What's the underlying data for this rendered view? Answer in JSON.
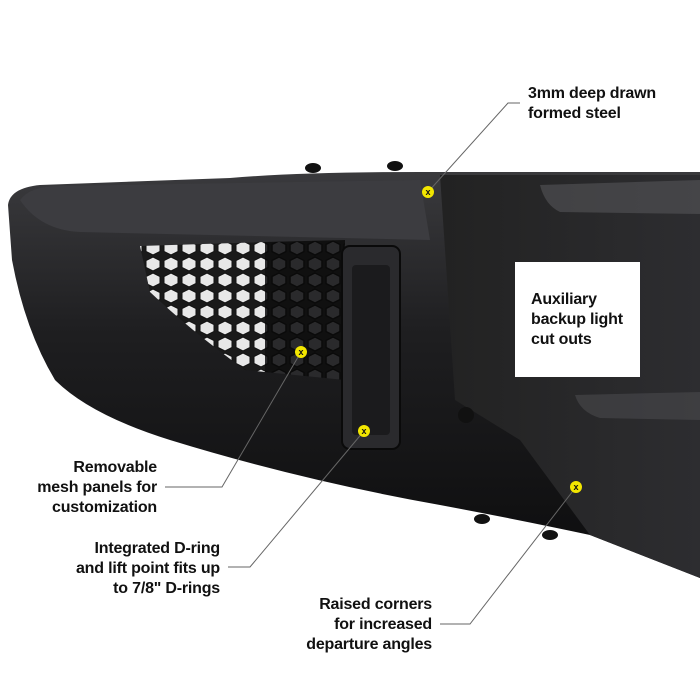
{
  "callouts": {
    "steel": [
      "3mm deep drawn",
      "formed steel"
    ],
    "aux_light": [
      "Auxiliary",
      "backup light",
      "cut outs"
    ],
    "mesh": [
      "Removable",
      "mesh panels for",
      "customization"
    ],
    "dring": [
      "Integrated D-ring",
      "and lift point fits up",
      "to 7/8\" D-rings"
    ],
    "corners": [
      "Raised corners",
      "for increased",
      "departure angles"
    ]
  },
  "colors": {
    "marker": "#f2e600",
    "body": "#1c1c1e",
    "line": "#666666"
  },
  "marker_icon": "x-marker-icon"
}
